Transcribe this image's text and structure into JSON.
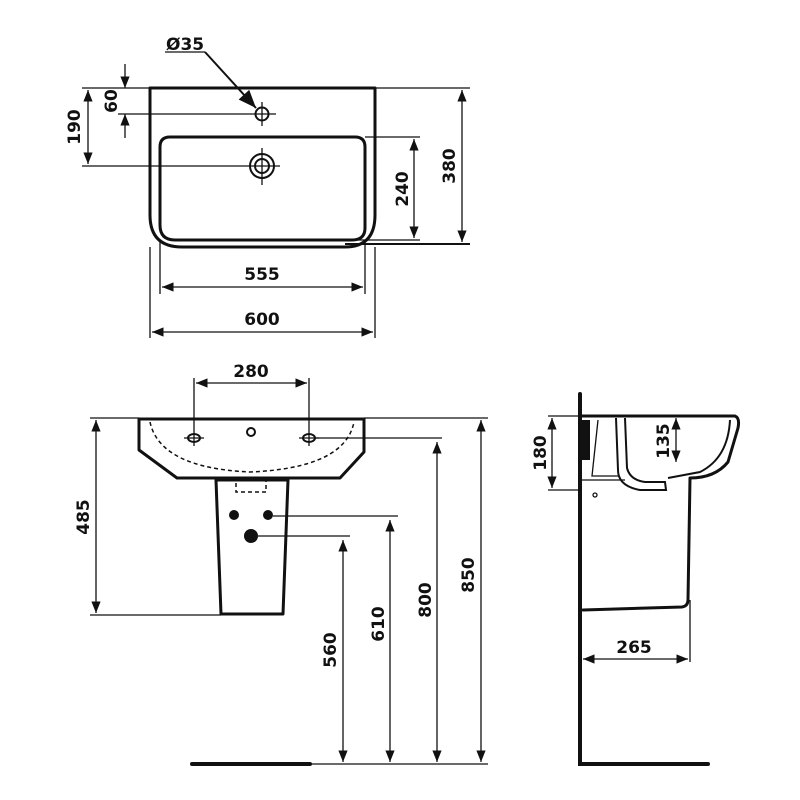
{
  "drawing": {
    "title": "Wash basin with semi-pedestal - technical dimension drawing",
    "views": [
      "top",
      "front",
      "side"
    ],
    "line_color": "#111111",
    "background": "#ffffff"
  },
  "top_view": {
    "tap_hole_diameter": "Ø35",
    "tap_hole_offset": "60",
    "waste_offset": "190",
    "bowl_inner_width": "555",
    "overall_width": "600",
    "bowl_inner_depth": "240",
    "overall_depth": "380"
  },
  "front_view": {
    "tap_spacing": "280",
    "pedestal_height": "485",
    "waste_height": "560",
    "supply_height": "610",
    "tap_height": "800",
    "rim_height": "850"
  },
  "side_view": {
    "basin_height": "180",
    "bowl_depth": "135",
    "projection": "265"
  }
}
